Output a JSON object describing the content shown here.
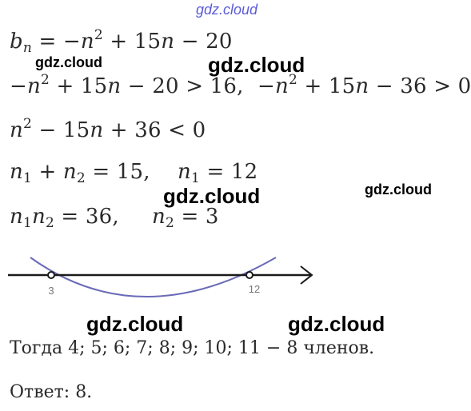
{
  "watermarks": {
    "top": "gdz.cloud",
    "w1": "gdz.cloud",
    "w2": "gdz.cloud",
    "w3": "gdz.cloud",
    "w4": "gdz.cloud",
    "w5": "gdz.cloud",
    "w6": "gdz.cloud"
  },
  "lines": {
    "l1": {
      "lhs": "b",
      "sub": "n",
      "rhs_a": " = −",
      "n": "n",
      "exp": "2",
      "rhs_b": " + 15",
      "n2": "n",
      "rhs_c": " − 20"
    },
    "l2a": {
      "a": "−",
      "n": "n",
      "exp": "2",
      "b": " + 15",
      "n2": "n",
      "c": " − 20 > 16,"
    },
    "l2b": {
      "a": "−",
      "n": "n",
      "exp": "2",
      "b": " + 15",
      "n2": "n",
      "c": " − 36 > 0"
    },
    "l3": {
      "n": "n",
      "exp": "2",
      "b": " − 15",
      "n2": "n",
      "c": " + 36 < 0"
    },
    "l4a": {
      "n": "n",
      "s1": "1",
      "mid": " + ",
      "n2": "n",
      "s2": "2",
      "c": " = 15,"
    },
    "l4b": {
      "n": "n",
      "s1": "1",
      "c": " = 12"
    },
    "l5a": {
      "n": "n",
      "s1": "1",
      "n2": "n",
      "s2": "2",
      "c": " = 36,"
    },
    "l5b": {
      "n": "n",
      "s2": "2",
      "c": " = 3"
    }
  },
  "numberline": {
    "left_point": "3",
    "right_point": "12"
  },
  "conclusion": "Тогда 4; 5; 6; 7; 8; 9; 10; 11 − 8 членов.",
  "answer": "Ответ: 8.",
  "colors": {
    "text": "#2a2a2a",
    "curve": "#6a6ab8",
    "watermark_top": "#5b5bd6"
  }
}
